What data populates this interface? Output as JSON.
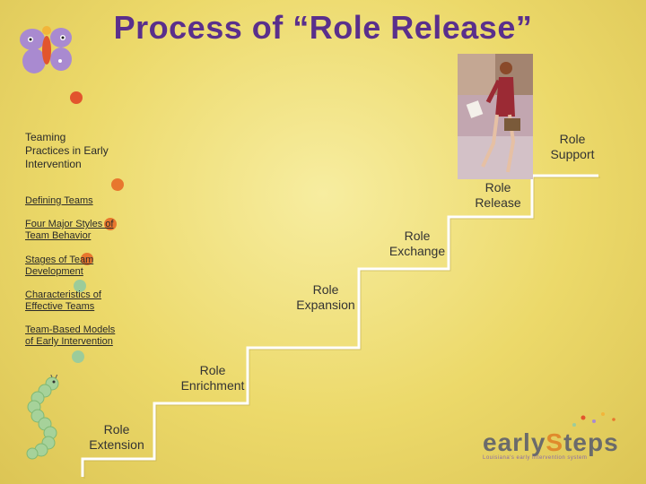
{
  "title": "Process of “Role Release”",
  "heading": [
    "Teaming",
    "Practices in Early",
    "Intervention"
  ],
  "nav_links": [
    [
      "Defining Teams"
    ],
    [
      "Four Major Styles of",
      "Team Behavior"
    ],
    [
      "Stages of Team",
      "Development"
    ],
    [
      "Characteristics of",
      "Effective Teams"
    ],
    [
      "Team-Based Models",
      "of Early Intervention"
    ]
  ],
  "steps": {
    "extension": [
      "Role",
      "Extension"
    ],
    "enrichment": [
      "Role",
      "Enrichment"
    ],
    "expansion": [
      "Role",
      "Expansion"
    ],
    "exchange": [
      "Role",
      "Exchange"
    ],
    "release": [
      "Role",
      "Release"
    ],
    "support": [
      "Role",
      "Support"
    ]
  },
  "logo": {
    "word_part1": "early",
    "word_s": "S",
    "word_part2": "teps",
    "tagline": "Louisiana's early intervention system"
  },
  "colors": {
    "title": "#5a2f8c",
    "dot_orange": "#e8772e",
    "dot_red": "#e2552d",
    "dot_green": "#9ccc9a",
    "background": "#ecd96a"
  },
  "icons": [
    "butterfly-icon",
    "caterpillar-icon",
    "woman-climbing-photo",
    "early-steps-logo"
  ]
}
